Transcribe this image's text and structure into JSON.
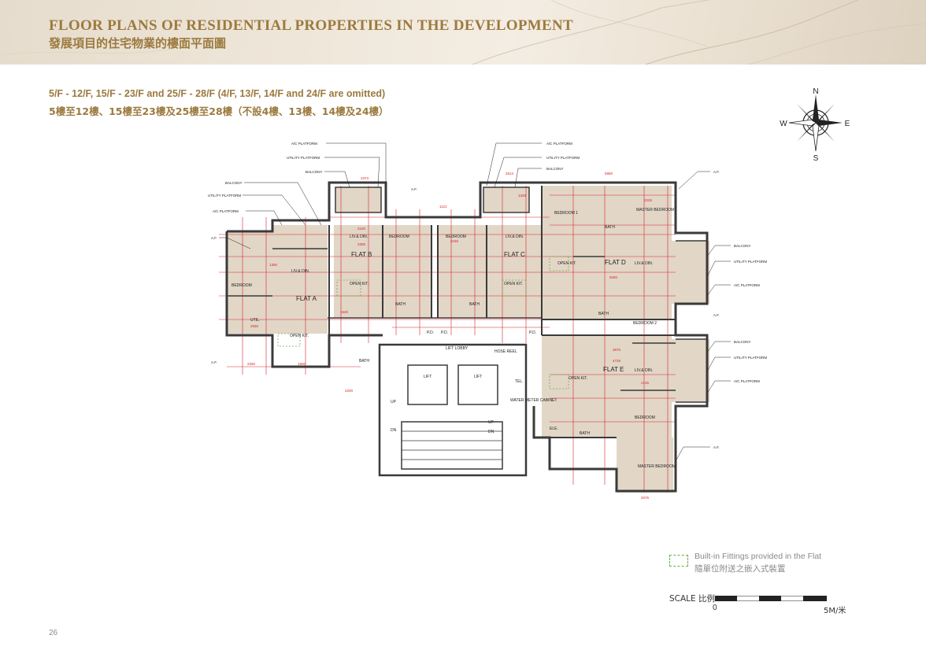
{
  "header": {
    "title_en": "FLOOR PLANS OF RESIDENTIAL PROPERTIES IN THE DEVELOPMENT",
    "title_zh": "發展項目的住宅物業的樓面平面圖",
    "background_color": "#ece3d6",
    "accent_color": "#9c7a3f"
  },
  "floors": {
    "en": "5/F - 12/F, 15/F - 23/F and 25/F - 28/F (4/F, 13/F, 14/F and 24/F are omitted)",
    "zh": "5樓至12樓、15樓至23樓及25樓至28樓（不設4樓、13樓、14樓及24樓）"
  },
  "compass": {
    "n": "N",
    "s": "S",
    "e": "E",
    "w": "W"
  },
  "plan": {
    "flats": [
      "FLAT A",
      "FLAT B",
      "FLAT C",
      "FLAT D",
      "FLAT E"
    ],
    "rooms": {
      "liv_din": "LIV.& DIN.",
      "bedroom": "BEDROOM",
      "master_bedroom": "MASTER BEDROOM",
      "bedroom_1": "BEDROOM 1",
      "bedroom_2": "BEDROOM 2",
      "open_kit": "OPEN KIT.",
      "bath": "BATH",
      "util": "UTIL.",
      "lift_lobby": "LIFT LOBBY",
      "lift": "LIFT",
      "hose_reel": "HOSE REEL",
      "water_meter": "WATER METER CABINET",
      "ele": "ELE.",
      "tel": "TEL.",
      "pd": "P.D.",
      "up": "UP",
      "dn": "DN"
    },
    "callouts": {
      "ac_platform": "A/C PLATFORM",
      "utility_platform": "UTILITY PLATFORM",
      "balcony": "BALCONY",
      "af": "A.F."
    },
    "dimensions": [
      "2373",
      "2614",
      "1328",
      "5950",
      "2225",
      "2100",
      "2300",
      "2150",
      "5000",
      "4725",
      "3675",
      "2125",
      "2675",
      "2200",
      "2250",
      "1900",
      "2050",
      "1525",
      "1350",
      "1121"
    ],
    "wall_color": "#3a3a3a",
    "room_fill": "#e2d6c6",
    "dimension_color": "#d9232d"
  },
  "legend": {
    "en": "Built-in Fittings provided in the Flat",
    "zh": "隨單位附送之嵌入式裝置",
    "color": "#6ab04c"
  },
  "scale": {
    "label": "SCALE 比例",
    "start": "0",
    "end": "5M/米"
  },
  "page_number": "26"
}
